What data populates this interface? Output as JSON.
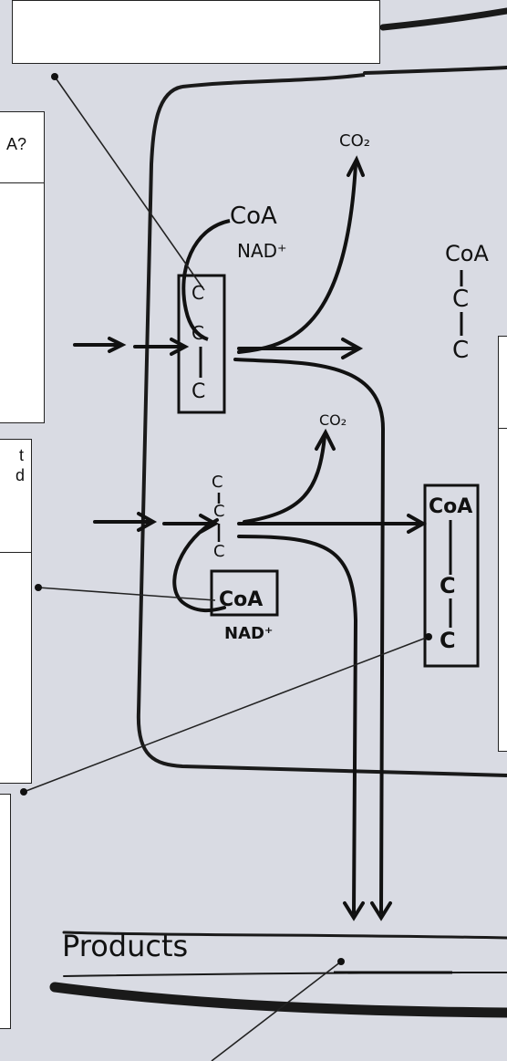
{
  "diagram": {
    "box_texts": {
      "box2_fragment": "A?",
      "box4_fragment_line1": "t",
      "box4_fragment_line2": "d"
    },
    "labels": {
      "co2_top": "CO₂",
      "co2_mid": "CO₂",
      "coa_top": "CoA",
      "nad_top": "NAD⁺",
      "coa_right_top": "CoA",
      "coa_bottom": "CoA",
      "nad_bottom": "NAD⁺",
      "coa_right_bottom": "CoA",
      "products": "Products",
      "c": "C"
    }
  }
}
